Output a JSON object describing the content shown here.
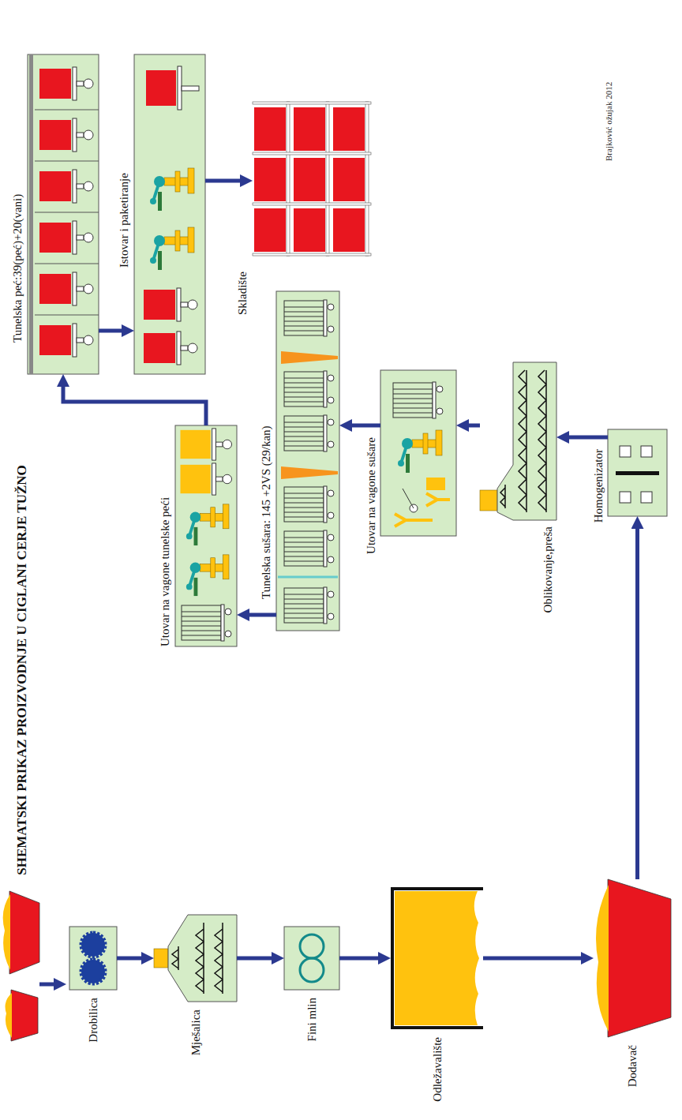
{
  "diagram": {
    "title": "SHEMATSKI PRIKAZ PROIZVODNJE U CIGLANI CERJE TUŽNO",
    "nodes": [
      {
        "text": [
          "Drobilica"
        ]
      },
      {
        "text": [
          "Mješalica"
        ]
      },
      {
        "text": [
          "Fini mlin"
        ]
      },
      {
        "text": [
          "Odležavalište"
        ]
      },
      {
        "text": [
          "Dodavač"
        ]
      },
      {
        "text": [
          "Homogenizator"
        ]
      },
      {
        "text": [
          "Oblikovanje,preša"
        ]
      },
      {
        "text": [
          "Utovar na vagone sušare"
        ]
      },
      {
        "text": [
          "Tunelska sušara: 145 +2VS (29/kan)"
        ]
      },
      {
        "text": [
          "Utovar na vagone tunelske peći"
        ]
      },
      {
        "text": [
          "Tunelska peć:39(peć)+20(vani)"
        ]
      },
      {
        "text": [
          "Istovar i paketiranje"
        ]
      },
      {
        "text": [
          "Skladište"
        ]
      }
    ],
    "edges": [
      {
        "from": 0,
        "to": 1,
        "arrow": "to"
      },
      {
        "from": 1,
        "to": 2,
        "arrow": "to"
      },
      {
        "from": 2,
        "to": 3,
        "arrow": "to"
      },
      {
        "from": 3,
        "to": 4,
        "arrow": "to"
      },
      {
        "from": 4,
        "to": 5,
        "arrow": "to"
      },
      {
        "from": 5,
        "to": 6,
        "arrow": "to"
      },
      {
        "from": 6,
        "to": 7,
        "arrow": "to"
      },
      {
        "from": 7,
        "to": 8,
        "arrow": "to"
      },
      {
        "from": 8,
        "to": 9,
        "arrow": "to"
      },
      {
        "from": 9,
        "to": 10,
        "arrow": "to"
      },
      {
        "from": 10,
        "to": 11,
        "arrow": "to"
      },
      {
        "from": 11,
        "to": 12,
        "arrow": "to"
      }
    ],
    "labels": [
      "Brajković ožujak 2012"
    ]
  }
}
